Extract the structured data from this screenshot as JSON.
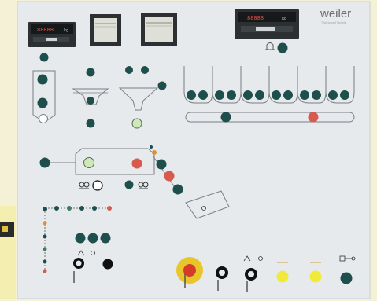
{
  "brand": {
    "name": "weiler",
    "tagline": "Technic und Technik"
  },
  "displays": {
    "left_digits": "88888",
    "left_unit": "kg",
    "right_digits": "88888",
    "right_unit": "kg"
  },
  "colors": {
    "panel": "#e7ebee",
    "background": "#f4f1d6",
    "button_teal": "#1e4f4c",
    "lamp_green": "#cfe8b8",
    "lamp_red": "#d85a4c",
    "lamp_yellow": "#f2ea3a",
    "estop": "#e8c52a"
  },
  "icons": [
    "pressure-switch-icon",
    "clutch-coupling-icon",
    "motor-symbol-icon",
    "key-switch-icon"
  ]
}
